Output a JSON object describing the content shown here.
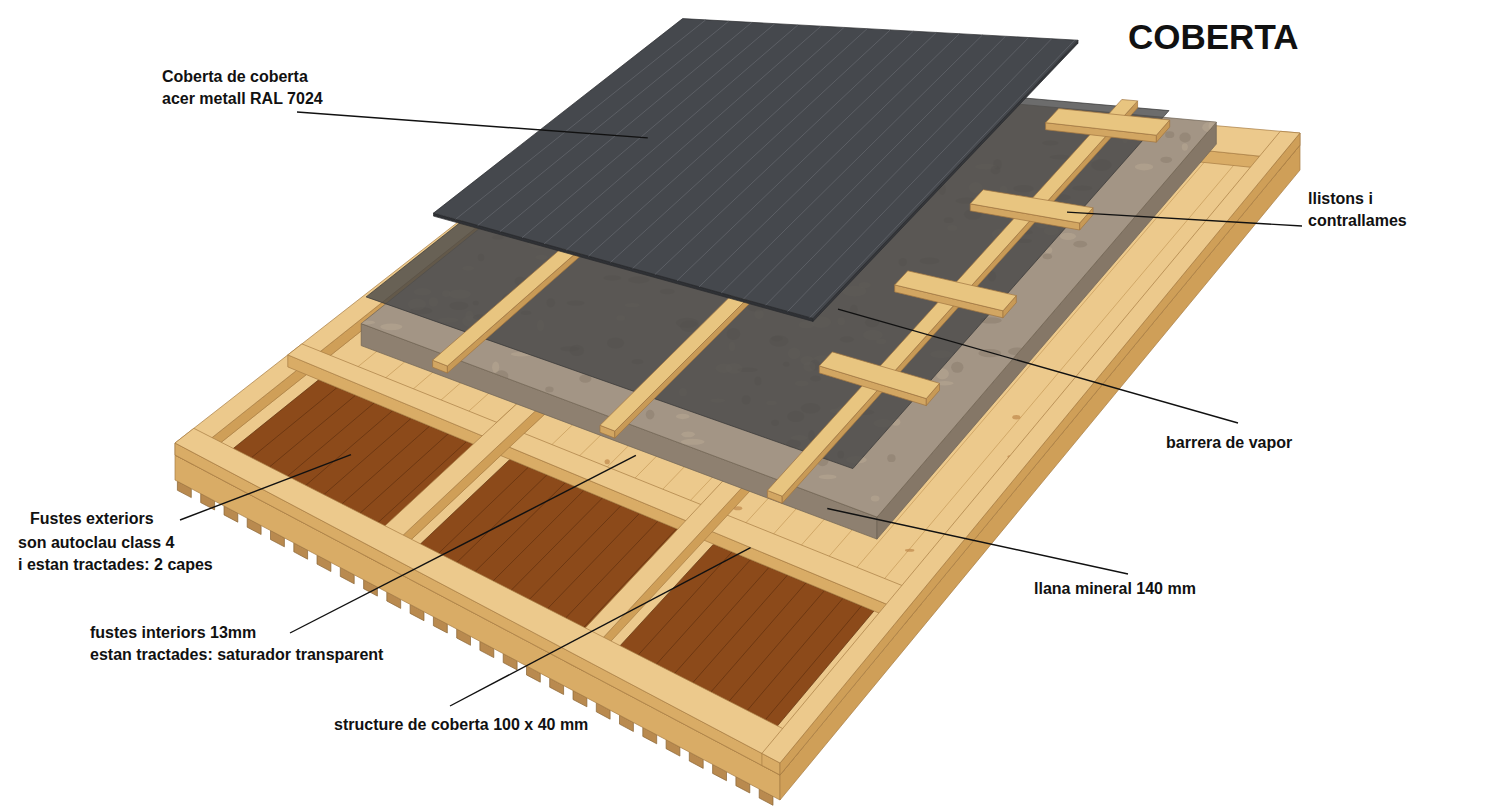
{
  "diagram": {
    "title": "COBERTA",
    "labels": [
      "Coberta de coberta acer metall RAL 7024",
      "llistons i contrallames",
      "barrera de vapor",
      "llana mineral 140 mm",
      "Fustes exteriors",
      "son autoclau class 4 i estan tractades: 2 capes",
      "fustes interiors 13mm estan tractades: saturador transparent",
      "structure de coberta 100 x 40 mm"
    ]
  }
}
